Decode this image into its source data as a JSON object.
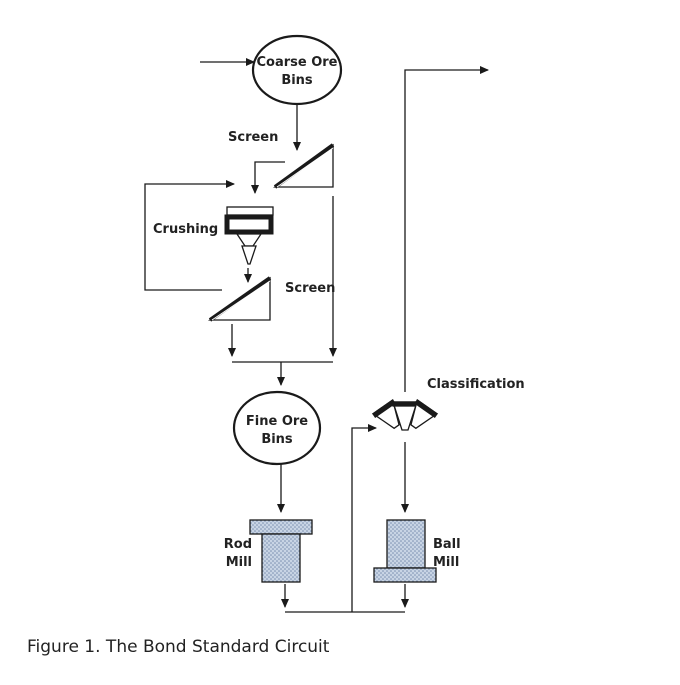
{
  "labels": {
    "coarse_ore_bins_line1": "Coarse Ore",
    "coarse_ore_bins_line2": "Bins",
    "screen_top": "Screen",
    "crushing": "Crushing",
    "screen_bottom": "Screen",
    "fine_ore_bins_line1": "Fine Ore",
    "fine_ore_bins_line2": "Bins",
    "classification": "Classification",
    "rod_mill_line1": "Rod",
    "rod_mill_line2": "Mill",
    "ball_mill_line1": "Ball",
    "ball_mill_line2": "Mill"
  },
  "caption": "Figure 1. The Bond Standard Circuit",
  "colors": {
    "line": "#1a1a1a",
    "mill_fill": "#c8d4e4",
    "mill_dots": "#7a8fb0"
  }
}
